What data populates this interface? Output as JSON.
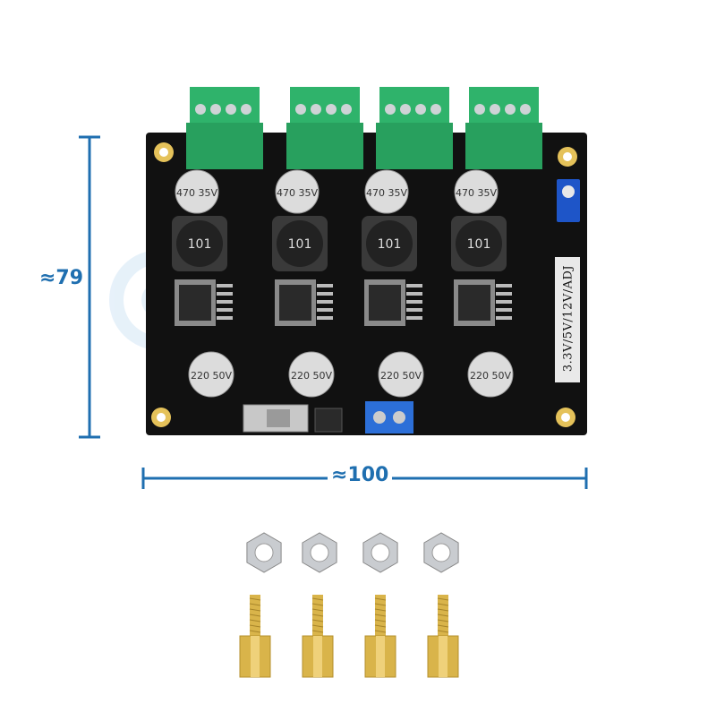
{
  "dimensions": {
    "height_label": "≈79",
    "width_label": "≈100"
  },
  "board": {
    "side_text": "3.3V/5V/12V/ADJ",
    "inductor_marks": [
      "101",
      "101",
      "101",
      "101"
    ],
    "top_capacitor_marks": [
      "470 35V",
      "470 35V",
      "470 35V",
      "470 35V"
    ],
    "bottom_capacitor_marks": [
      "220 50V",
      "220 50V",
      "220 50V",
      "220 50V"
    ]
  },
  "accessories": {
    "hex_nut_count": 4,
    "brass_standoff_count": 4
  },
  "colors": {
    "dimension_line": "#1f6fb0",
    "pcb": "#111111",
    "terminal_block": "#2fb36b",
    "brass": "#d9b44a",
    "nut": "#c9ccd0"
  }
}
